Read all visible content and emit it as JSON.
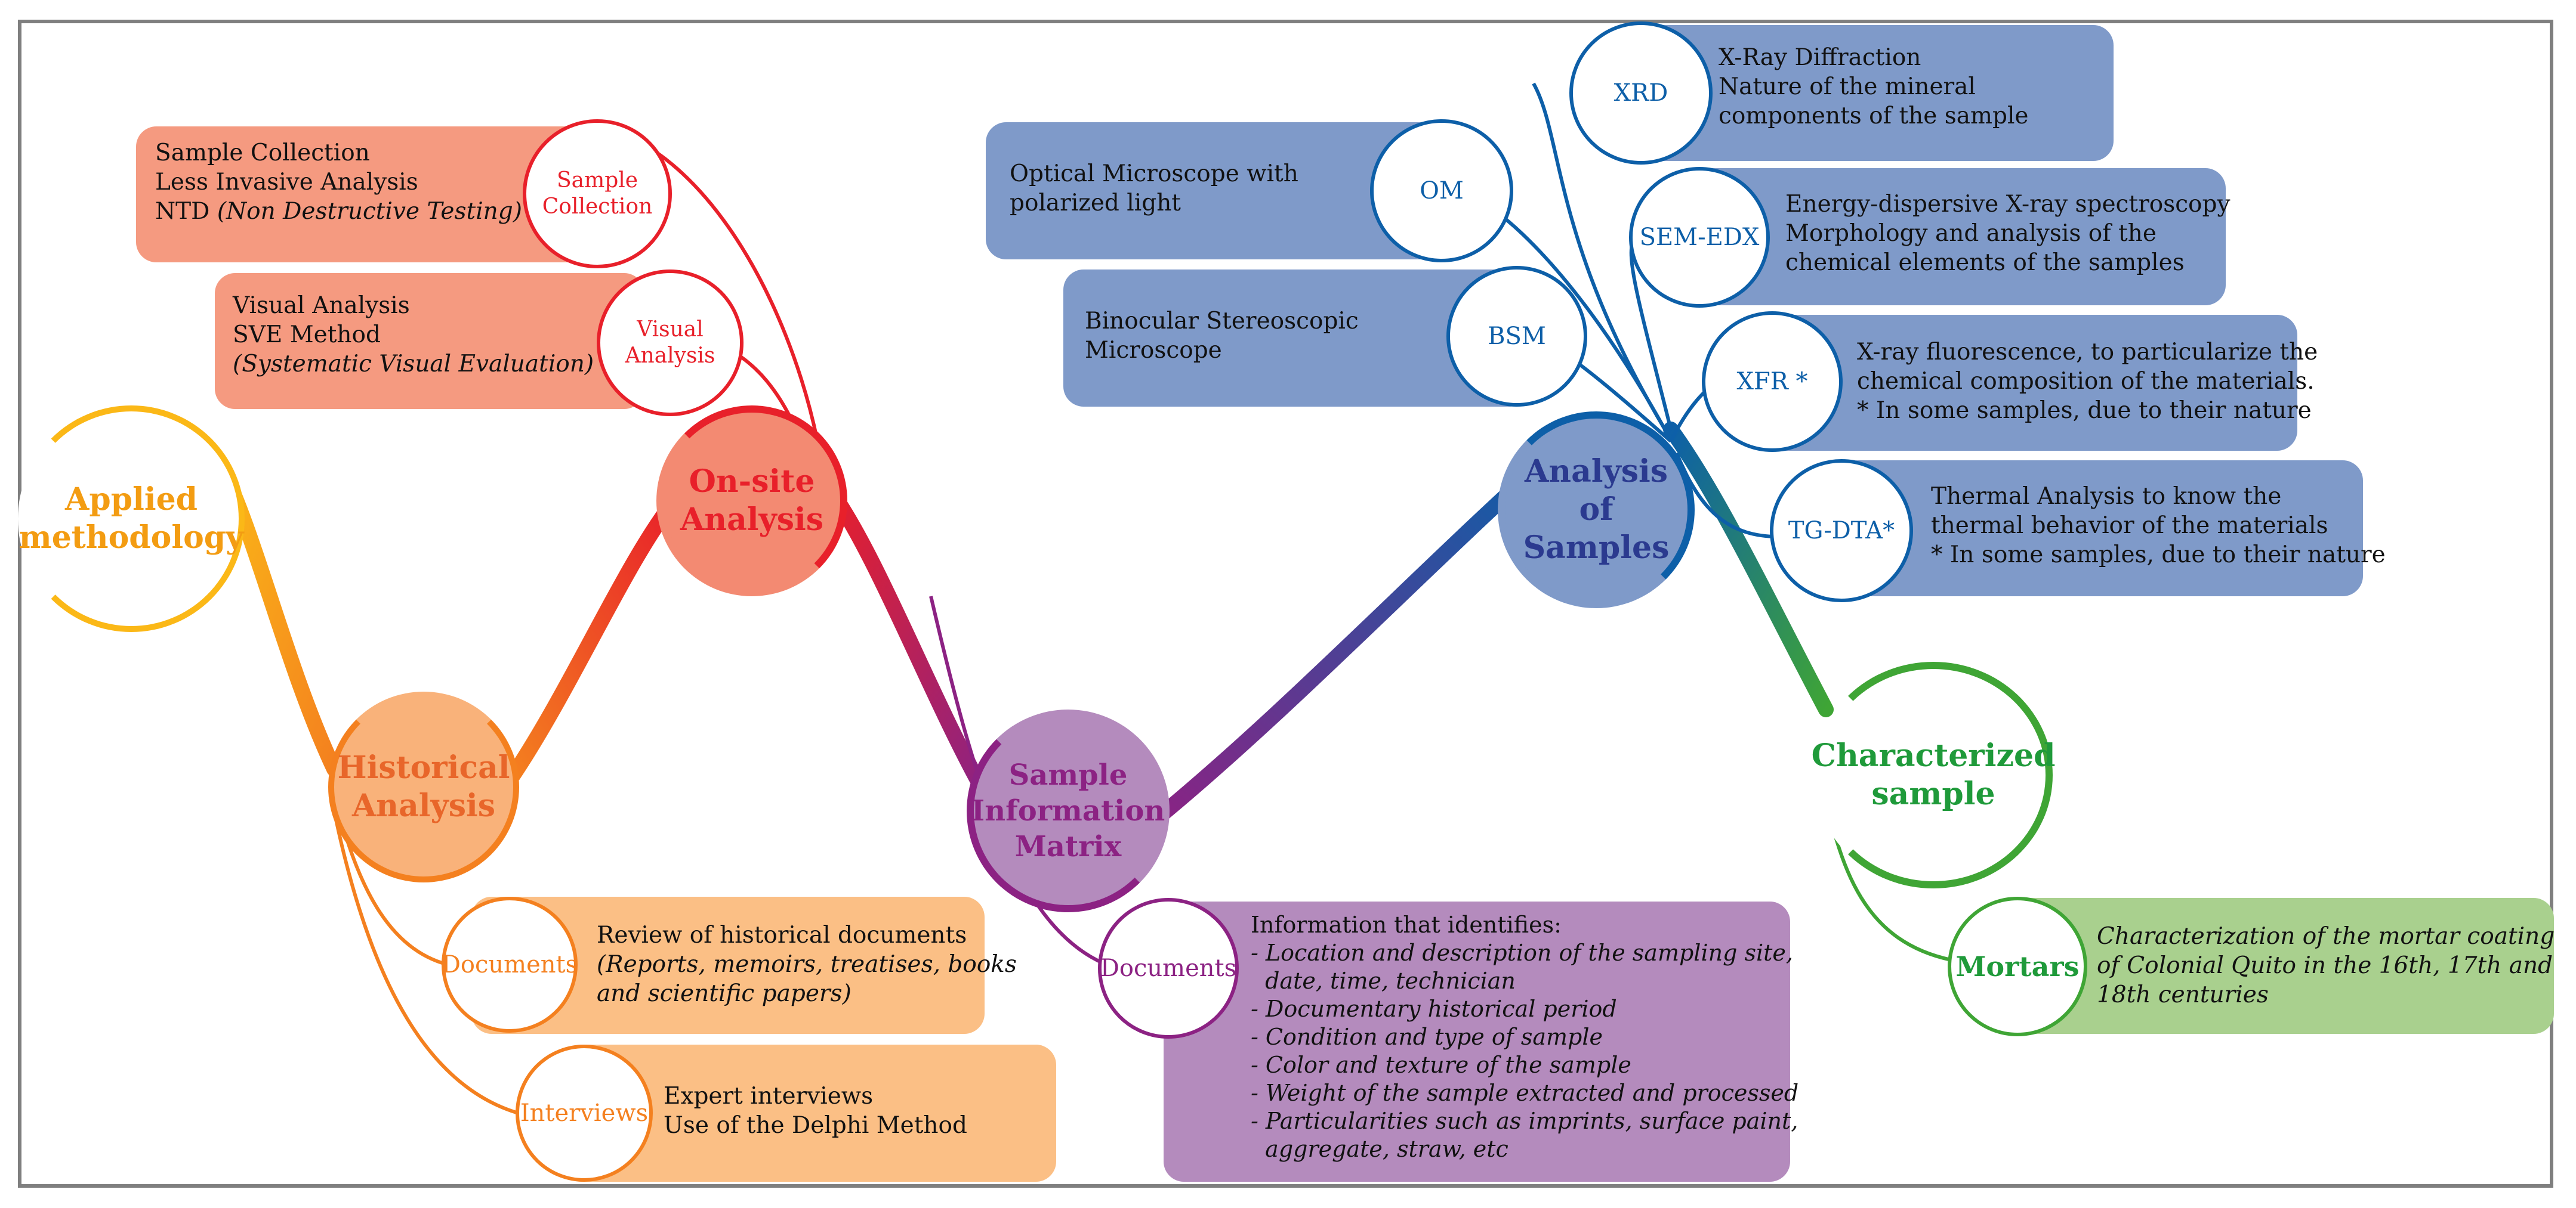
{
  "colors": {
    "orange_yellow": "#fbb817",
    "orange": "#f4801f",
    "red": "#e8202a",
    "purple": "#8c2283",
    "blue": "#0d5fa8",
    "green": "#3fa535",
    "frame": "#7f7f7f"
  },
  "nodes": {
    "applied": {
      "line1": "Applied",
      "line2": "methodology"
    },
    "historical": {
      "line1": "Historical",
      "line2": "Analysis"
    },
    "onsite": {
      "line1": "On-site",
      "line2": "Analysis"
    },
    "sample_matrix": {
      "line1": "Sample",
      "line2": "Information",
      "line3": "Matrix"
    },
    "analysis_samples": {
      "line1": "Analysis of",
      "line2": "Samples"
    },
    "characterized": {
      "line1": "Characterized",
      "line2": "sample"
    }
  },
  "onsite_branches": {
    "sample_collection": {
      "circle_line1": "Sample",
      "circle_line2": "Collection",
      "text_line1": "Sample Collection",
      "text_line2": "Less Invasive Analysis",
      "text_line3_prefix": "NTD ",
      "text_line3_italic": "(Non Destructive Testing)"
    },
    "visual_analysis": {
      "circle_line1": "Visual",
      "circle_line2": "Analysis",
      "text_line1": "Visual Analysis",
      "text_line2": "SVE Method",
      "text_line3": "(Systematic Visual Evaluation)"
    }
  },
  "historical_branches": {
    "documents": {
      "circle": "Documents",
      "text_line1": "Review of historical documents",
      "text_line2": "(Reports, memoirs, treatises, books",
      "text_line3": "and scientific papers)"
    },
    "interviews": {
      "circle": "Interviews",
      "text_line1": "Expert interviews",
      "text_line2": "Use of the Delphi Method"
    }
  },
  "matrix_branch": {
    "circle": "Documents",
    "title": "Information that identifies:",
    "items": [
      "- Location and description of the sampling site,",
      "  date, time, technician",
      "- Documentary historical period",
      "- Condition and type of sample",
      "- Color and texture of the sample",
      "- Weight of the sample extracted and processed",
      "- Particularities such as imprints, surface paint,",
      "  aggregate, straw, etc"
    ]
  },
  "analysis_branches": {
    "xrd": {
      "circle": "XRD",
      "lines": [
        "X-Ray Diffraction",
        "Nature of the mineral",
        "components of the sample"
      ]
    },
    "om": {
      "circle": "OM",
      "lines": [
        "Optical Microscope with",
        "polarized light"
      ]
    },
    "sem": {
      "circle": "SEM-EDX",
      "lines": [
        "Energy-dispersive X-ray spectroscopy",
        "Morphology and analysis of the",
        "chemical elements of the samples"
      ]
    },
    "bsm": {
      "circle": "BSM",
      "lines": [
        "Binocular Stereoscopic",
        "Microscope"
      ]
    },
    "xfr": {
      "circle": "XFR *",
      "lines": [
        "X-ray fluorescence, to particularize the",
        "chemical composition of the materials.",
        "* In some samples, due to their nature"
      ]
    },
    "tgdta": {
      "circle": "TG-DTA*",
      "lines": [
        "Thermal Analysis to know the",
        "thermal behavior of the materials",
        "* In some samples, due to their nature"
      ]
    }
  },
  "characterized_branch": {
    "circle": "Mortars",
    "lines": [
      "Characterization of the mortar coating",
      "of Colonial Quito in the 16th, 17th and",
      "18th centuries"
    ]
  }
}
